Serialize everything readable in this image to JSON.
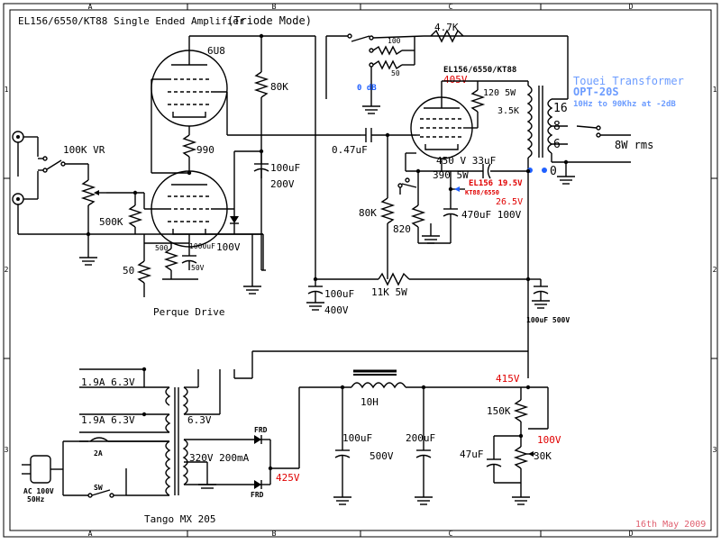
{
  "title": "EL156/6550/KT88  Single Ended Amplifier",
  "subtitle": "(Triode Mode)",
  "date": "16th May 2009",
  "colors": {
    "red": "#e00000",
    "blue": "#2060ff",
    "lightblue": "#6c9cff",
    "pink": "#e06070"
  },
  "grid": {
    "cols": [
      "A",
      "B",
      "C",
      "D"
    ],
    "rows": [
      "1",
      "2",
      "3"
    ]
  },
  "tubes": {
    "driver": "6U8",
    "output": "EL156/6550/KT88"
  },
  "components": {
    "vr": "100K VR",
    "r80k_top": "80K",
    "r990": "990",
    "c470_top": "100uF",
    "v200": "200V",
    "r500k": "500K",
    "r500": "500",
    "c1000": "1000uF",
    "v50a": "50V",
    "v100a": "100V",
    "r50": "50",
    "perque": "Perque Drive",
    "c047": "0.47uF",
    "r4k7": "4.7K",
    "r100": "100",
    "r50b": "50",
    "odb": "0 dB",
    "v405": "405V",
    "r120": "120 5W",
    "r3k5": "3.5K",
    "c450": "450 V 33uF",
    "r390": "390 5W",
    "r80k_b": "80K",
    "r820": "820",
    "c470": "470uF 100V",
    "r11k": "11K 5W",
    "c100a": "100uF",
    "v400": "400V",
    "c100b": "100uF 500V",
    "el156v": "EL156 19.5V",
    "kt88v": "KT88/6550",
    "v265": "26.5V",
    "tr_brand": "Touei Transformer",
    "tr_model": "OPT-20S",
    "tr_spec": "10Hz to 90Khz at -2dB",
    "tap16": "16",
    "tap8": "8",
    "tap6": "6",
    "tap0": "0",
    "rms": "8W rms",
    "v415": "415V",
    "r150k": "150K",
    "v100b": "100V",
    "c47": "47uF",
    "r30k": "30K",
    "choke": "10H",
    "c100c": "100uF",
    "c500": "500V",
    "c200": "200uF",
    "h1": "1.9A 6.3V",
    "h2": "1.9A 6.3V",
    "h3": "6.3V",
    "hv": "320V 200mA",
    "frd1": "FRD",
    "frd2": "FRD",
    "v425": "425V",
    "fuse": "2A",
    "sw": "SW",
    "ac1": "AC 100V",
    "ac2": "50Hz",
    "pt": "Tango MX 205"
  }
}
